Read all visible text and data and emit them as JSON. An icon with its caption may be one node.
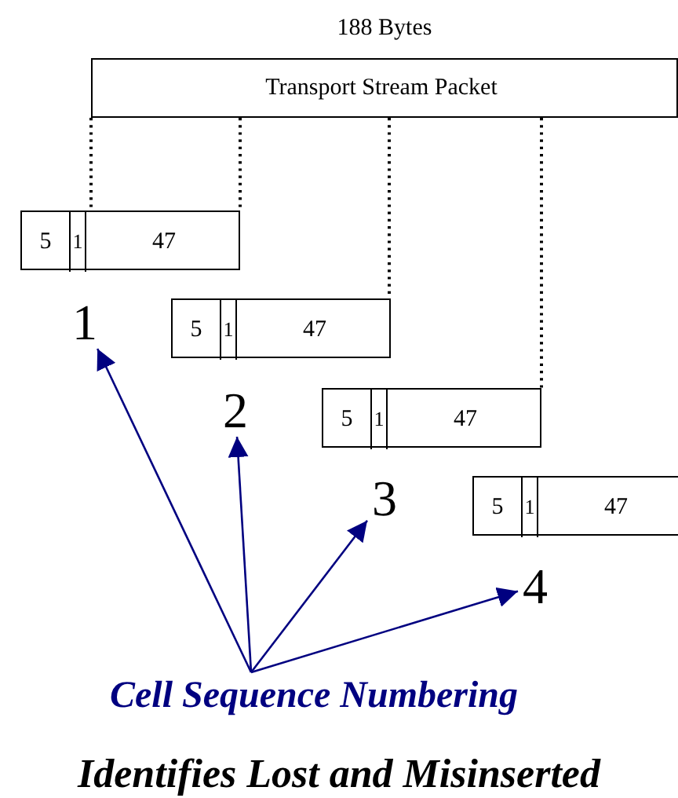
{
  "diagram": {
    "nodes": [
      {
        "text": [
          "Transport Stream Packet"
        ],
        "beside": [
          "188 Bytes"
        ]
      },
      {
        "text": [],
        "shape": "box"
      },
      {
        "text": [
          "5"
        ],
        "in": 1
      },
      {
        "text": [
          "1"
        ],
        "in": 1
      },
      {
        "text": [
          "47"
        ],
        "in": 1
      },
      {
        "text": [],
        "shape": "box"
      },
      {
        "text": [
          "5"
        ],
        "in": 5
      },
      {
        "text": [
          "1"
        ],
        "in": 5
      },
      {
        "text": [
          "47"
        ],
        "in": 5
      },
      {
        "text": [],
        "shape": "box"
      },
      {
        "text": [
          "5"
        ],
        "in": 9
      },
      {
        "text": [
          "1"
        ],
        "in": 9
      },
      {
        "text": [
          "47"
        ],
        "in": 9
      },
      {
        "text": [],
        "shape": "box"
      },
      {
        "text": [
          "5"
        ],
        "in": 13
      },
      {
        "text": [
          "1"
        ],
        "in": 13
      },
      {
        "text": [
          "47"
        ],
        "in": 13
      },
      {
        "text": [
          "1"
        ]
      },
      {
        "text": [
          "2"
        ]
      },
      {
        "text": [
          "3"
        ]
      },
      {
        "text": [
          "4"
        ]
      },
      {
        "text": [
          "Cell Sequence Numbering"
        ]
      }
    ],
    "edges": [
      {
        "from": 0,
        "to": 1,
        "arrow": "none",
        "style": "dashed"
      },
      {
        "from": 0,
        "to": 1,
        "arrow": "none",
        "style": "dashed"
      },
      {
        "from": 0,
        "to": 5,
        "arrow": "none",
        "style": "dashed"
      },
      {
        "from": 0,
        "to": 9,
        "arrow": "none",
        "style": "dashed"
      },
      {
        "from": 21,
        "to": 17,
        "arrow": "to",
        "color": "#000080"
      },
      {
        "from": 21,
        "to": 18,
        "arrow": "to",
        "color": "#000080"
      },
      {
        "from": 21,
        "to": 19,
        "arrow": "to",
        "color": "#000080"
      },
      {
        "from": 21,
        "to": 20,
        "arrow": "to",
        "color": "#000080"
      }
    ],
    "labels": [
      "Identifies Lost and Misinserted"
    ]
  }
}
